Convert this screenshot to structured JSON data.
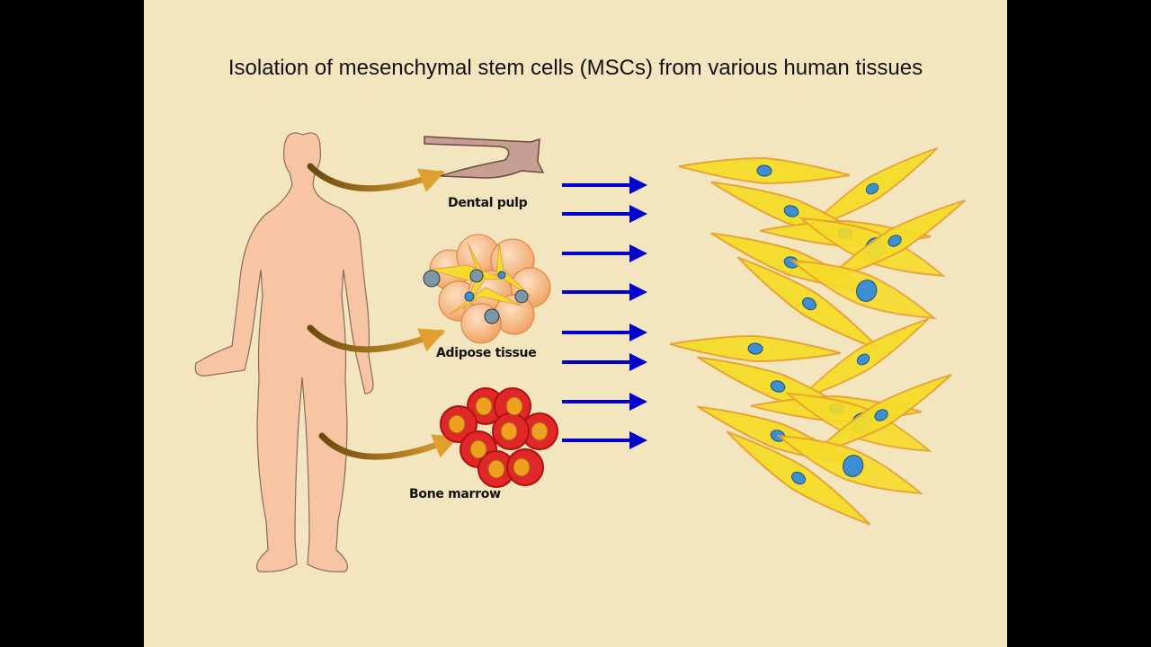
{
  "title": "Isolation of mesenchymal stem cells (MSCs) from various human tissues",
  "sources": [
    {
      "label": "Dental pulp",
      "icon": "tooth-root-icon"
    },
    {
      "label": "Adipose tissue",
      "icon": "adipose-cells-icon"
    },
    {
      "label": "Bone marrow",
      "icon": "bone-marrow-cells-icon"
    }
  ],
  "colors": {
    "background": "#f3e6bf",
    "body": "#f7c4a4",
    "arrow": "#0000cc",
    "msc_fill": "#f6dc2a",
    "msc_outline": "#e8a030",
    "nucleus": "#3d8fd1"
  }
}
